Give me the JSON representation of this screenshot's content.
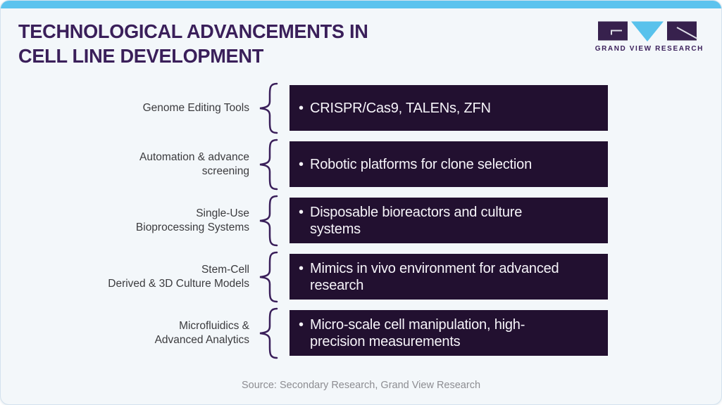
{
  "title": {
    "line1": "TECHNOLOGICAL ADVANCEMENTS IN",
    "line2": "CELL LINE DEVELOPMENT"
  },
  "logo": {
    "text": "GRAND VIEW RESEARCH"
  },
  "bullet_glyph": "•",
  "rows": [
    {
      "label_line1": "Genome Editing Tools",
      "bullet_line1": "CRISPR/Cas9, TALENs, ZFN"
    },
    {
      "label_line1": "Automation & advance",
      "label_line2": "screening",
      "bullet_line1": "Robotic platforms for clone selection"
    },
    {
      "label_line1": "Single-Use",
      "label_line2": "Bioprocessing Systems",
      "bullet_line1": "Disposable bioreactors and culture",
      "bullet_line2": "systems"
    },
    {
      "label_line1": "Stem-Cell",
      "label_line2": "Derived & 3D Culture Models",
      "bullet_line1": "Mimics in vivo environment for advanced",
      "bullet_line2": "research"
    },
    {
      "label_line1": "Microfluidics &",
      "label_line2": "Advanced Analytics",
      "bullet_line1": "Micro-scale cell manipulation, high-",
      "bullet_line2": "precision measurements"
    }
  ],
  "source": "Source: Secondary Research, Grand View Research",
  "colors": {
    "accent_bar": "#5cc3ee",
    "card_bg": "#f3f7fa",
    "box_bg": "#221030",
    "brand_purple": "#3a1f5a",
    "logo_block": "#37214d",
    "logo_triangle": "#59c2ec",
    "label_text": "#3b3b3e",
    "box_text": "#f6f4f9",
    "source_text": "#8d8d92"
  }
}
